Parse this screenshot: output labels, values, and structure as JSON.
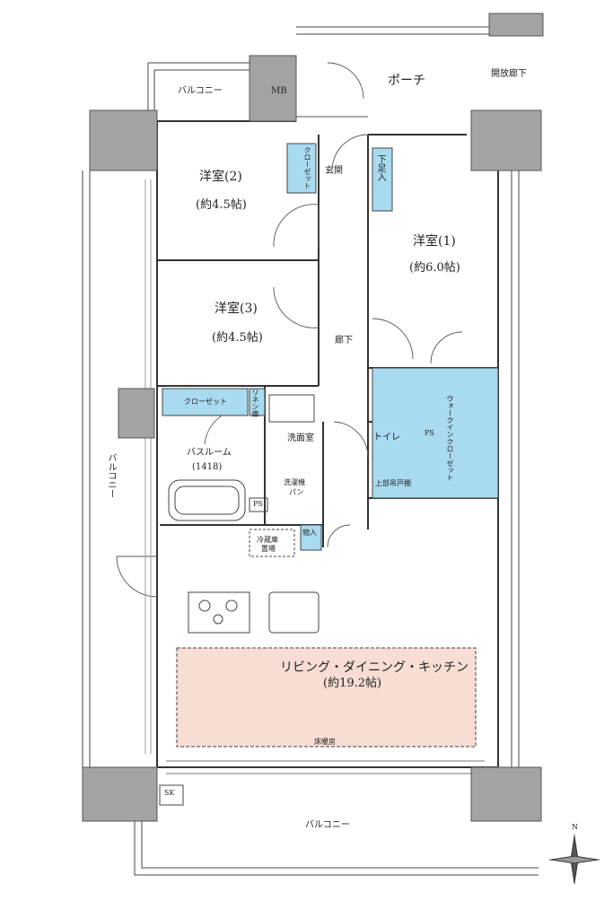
{
  "rooms": {
    "room1": {
      "label": "洋室(1)",
      "area": "(約6.0帖)"
    },
    "room2": {
      "label": "洋室(2)",
      "area": "(約4.5帖)"
    },
    "room3": {
      "label": "洋室(3)",
      "area": "(約4.5帖)"
    },
    "ldk": {
      "label": "リビング・ダイニング・キッチン",
      "area": "(約19.2帖)"
    },
    "bathroom": {
      "label": "バスルーム",
      "size": "(1418)"
    },
    "washroom": "洗面室",
    "toilet": "トイレ",
    "hallway": "廊下",
    "entrance": "玄関",
    "porch": "ポーチ",
    "walkin_closet": "ウォークインクローゼット"
  },
  "balconies": {
    "top": "バルコニー",
    "left": "バルコニー",
    "bottom": "バルコニー",
    "open_corridor": "開放廊下"
  },
  "fixtures": {
    "mb": "MB",
    "closet_room2": "クローゼット",
    "shoe_cabinet": "下足入",
    "closet_room3": "クローゼット",
    "linen": "リネン庫",
    "washer_pan_1": "洗濯機",
    "washer_pan_2": "パン",
    "ps_bath": "PS",
    "ps_toilet": "PS",
    "storage": "物入",
    "fridge_1": "冷蔵庫",
    "fridge_2": "置場",
    "upper_cabinet": "上部吊戸棚",
    "floor_heating": "床暖房",
    "sk": "SK"
  },
  "compass": {
    "north": "N"
  },
  "colors": {
    "wall": "#a3a3a3",
    "wall_edge": "#555555",
    "storage_fill": "#a8daf0",
    "ldk_floor_fill": "#f7ddd3",
    "line": "#444444"
  }
}
